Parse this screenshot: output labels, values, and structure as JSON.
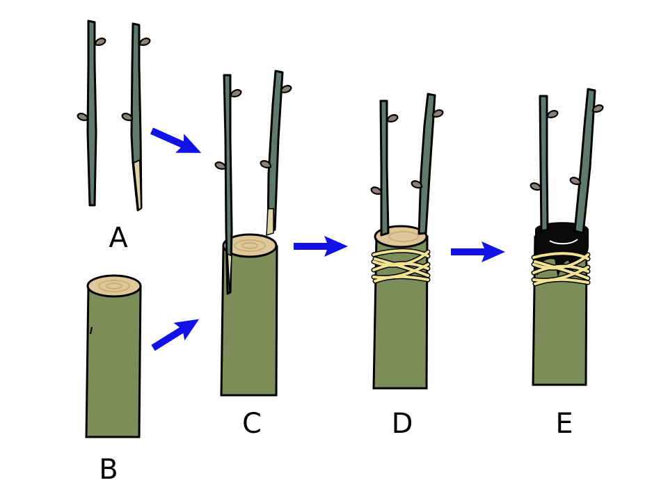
{
  "labels": {
    "a": "A",
    "b": "B",
    "c": "C",
    "d": "D",
    "e": "E"
  },
  "colors": {
    "background": "#ffffff",
    "outline": "#000000",
    "scion_bark": "#5e7a6b",
    "bud": "#8a8177",
    "stock_bark": "#7c8d59",
    "cut_wood": "#dfc79a",
    "cut_wood_ring": "#c9ad78",
    "scion_wedge": "#e0d3a6",
    "twine": "#f2e394",
    "arrow": "#1212e6",
    "grafting_wax": "#0a0a0a"
  },
  "icons": {
    "arrow": "right-arrow-icon",
    "scion": "twig-icon",
    "stock": "trunk-icon"
  }
}
